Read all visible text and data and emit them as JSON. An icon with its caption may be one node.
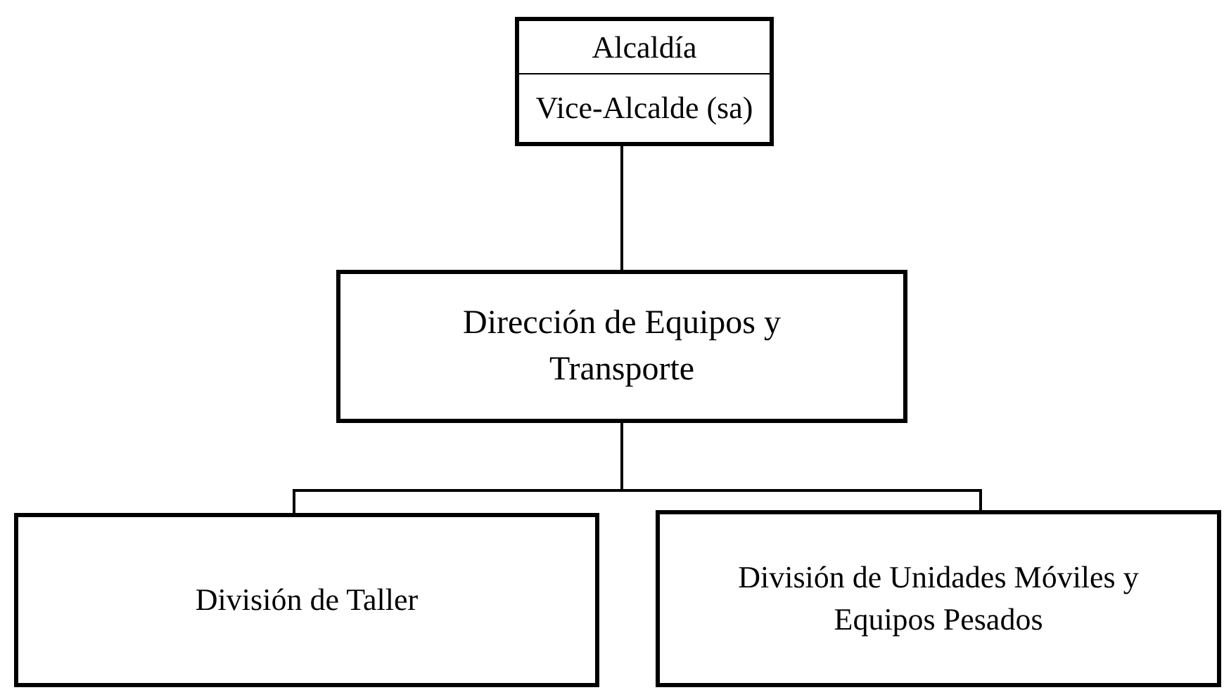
{
  "diagram": {
    "nodes": [
      {
        "text": [
          "Alcaldía"
        ]
      },
      {
        "text": [
          "Vice-Alcalde (sa)"
        ]
      },
      {
        "text": [
          "Dirección de Equipos y Transporte"
        ]
      },
      {
        "text": [
          "División de Taller"
        ]
      },
      {
        "text": [
          "División de Unidades Móviles y Equipos Pesados"
        ]
      }
    ],
    "edges": [
      {
        "from": 1,
        "to": 2,
        "arrow": "none"
      },
      {
        "from": 2,
        "to": 3,
        "arrow": "none"
      },
      {
        "from": 2,
        "to": 4,
        "arrow": "none"
      }
    ]
  }
}
